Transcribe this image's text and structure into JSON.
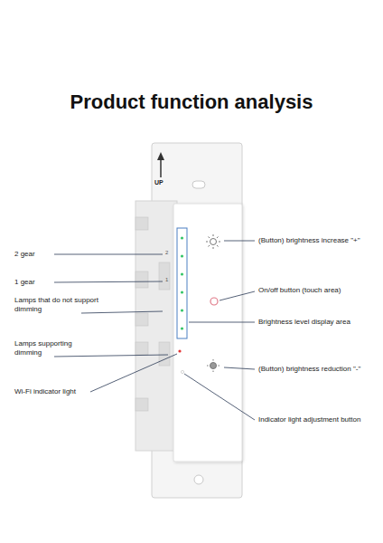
{
  "diagram": {
    "title": "Product function analysis",
    "labels": [
      "UP",
      "2",
      "1",
      "2 gear",
      "1 gear",
      "Lamps that do not support dimming",
      "Lamps supporting dimming",
      "Wi-Fi indicator light",
      "(Button) brightness increase \"+\"",
      "On/off button (touch area)",
      "Brightness level display area",
      "(Button) brightness reduction \"-\"",
      "Indicator light adjustment button"
    ]
  }
}
